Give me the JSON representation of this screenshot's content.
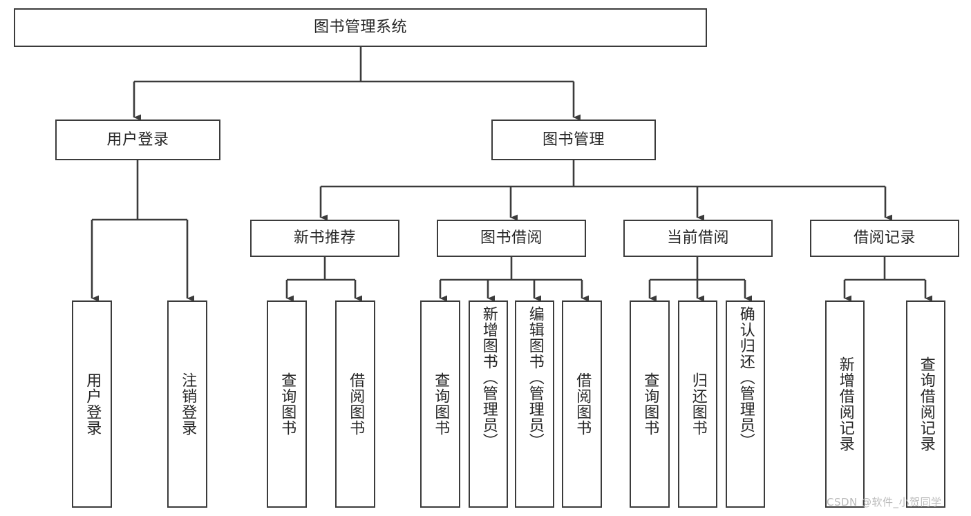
{
  "diagram": {
    "type": "tree-hierarchy-flowchart",
    "title": "图书管理系统",
    "colors": {
      "box_border": "#3b3b3b",
      "box_fill": "#ffffff",
      "connector": "#3b3b3b",
      "text": "#262626",
      "watermark": "#b9b9b9",
      "background": "#ffffff"
    },
    "root": {
      "label": "图书管理系统"
    },
    "level2": [
      {
        "label": "用户登录"
      },
      {
        "label": "图书管理"
      }
    ],
    "level3": [
      {
        "label": "新书推荐"
      },
      {
        "label": "图书借阅"
      },
      {
        "label": "当前借阅"
      },
      {
        "label": "借阅记录"
      }
    ],
    "leaves": {
      "user_login": [
        {
          "label": "用户登录"
        },
        {
          "label": "注销登录"
        }
      ],
      "new_book_recommend": [
        {
          "label": "查询图书"
        },
        {
          "label": "借阅图书"
        }
      ],
      "book_borrow": [
        {
          "label": "查询图书"
        },
        {
          "label": "新增图书（管理员）"
        },
        {
          "label": "编辑图书（管理员）"
        },
        {
          "label": "借阅图书"
        }
      ],
      "current_borrow": [
        {
          "label": "查询图书"
        },
        {
          "label": "归还图书"
        },
        {
          "label": "确认归还（管理员）"
        }
      ],
      "borrow_record": [
        {
          "label": "新增借阅记录"
        },
        {
          "label": "查询借阅记录"
        }
      ]
    },
    "watermark": "CSDN @软件_小贺同学"
  }
}
